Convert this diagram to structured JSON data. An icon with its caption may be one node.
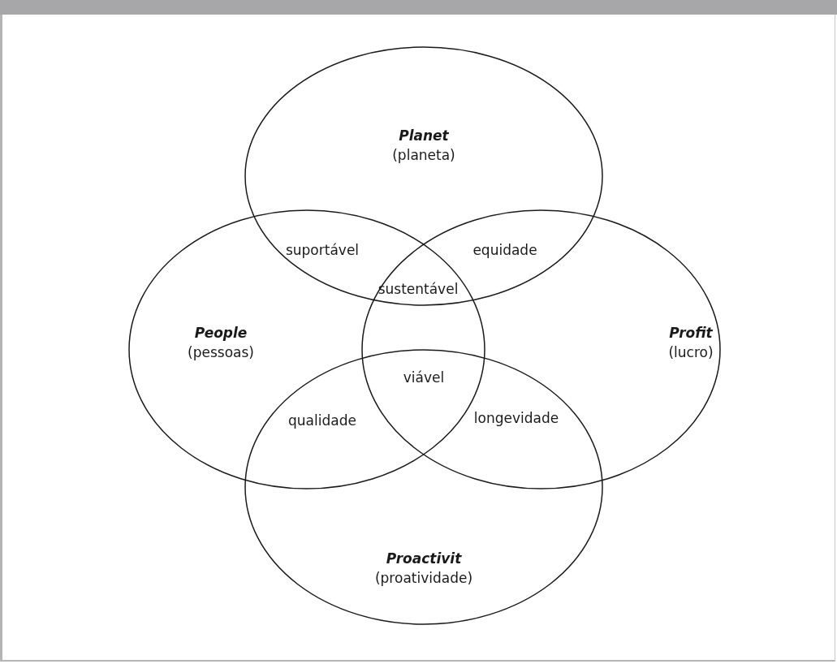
{
  "diagram": {
    "nodes": [
      {
        "text": [
          "Planet",
          "(planeta)"
        ]
      },
      {
        "text": [
          "People",
          "(pessoas)"
        ]
      },
      {
        "text": [
          "Profit",
          "(lucro)"
        ]
      },
      {
        "text": [
          "Proactivit",
          "(proatividade)"
        ]
      }
    ],
    "labels": [
      "suportável",
      "equidade",
      "sustentável",
      "viável",
      "qualidade",
      "longevidade"
    ]
  }
}
